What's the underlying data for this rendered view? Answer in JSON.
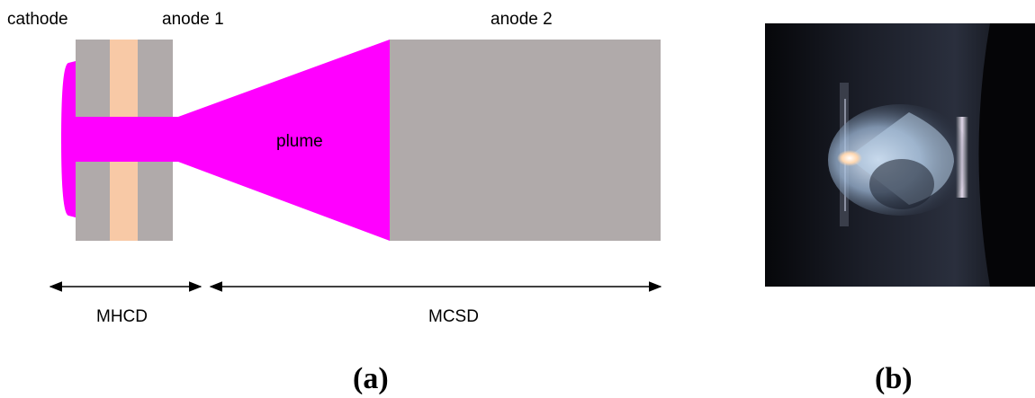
{
  "diagram": {
    "labels": {
      "cathode": "cathode",
      "anode1": "anode 1",
      "anode2": "anode 2",
      "plume": "plume",
      "mhcd": "MHCD",
      "mcsd": "MCSD"
    },
    "colors": {
      "electrode": "#b0aaaa",
      "dielectric": "#f8c9a6",
      "plasma": "#ff00ff",
      "arrow": "#000000"
    }
  },
  "photo": {
    "colors": {
      "background": "#0b0b0e",
      "glow": "#bcd8f4",
      "core": "#ffe3c2",
      "rim": "#f3e6ff"
    }
  },
  "captions": {
    "a": "(a)",
    "b": "(b)"
  }
}
